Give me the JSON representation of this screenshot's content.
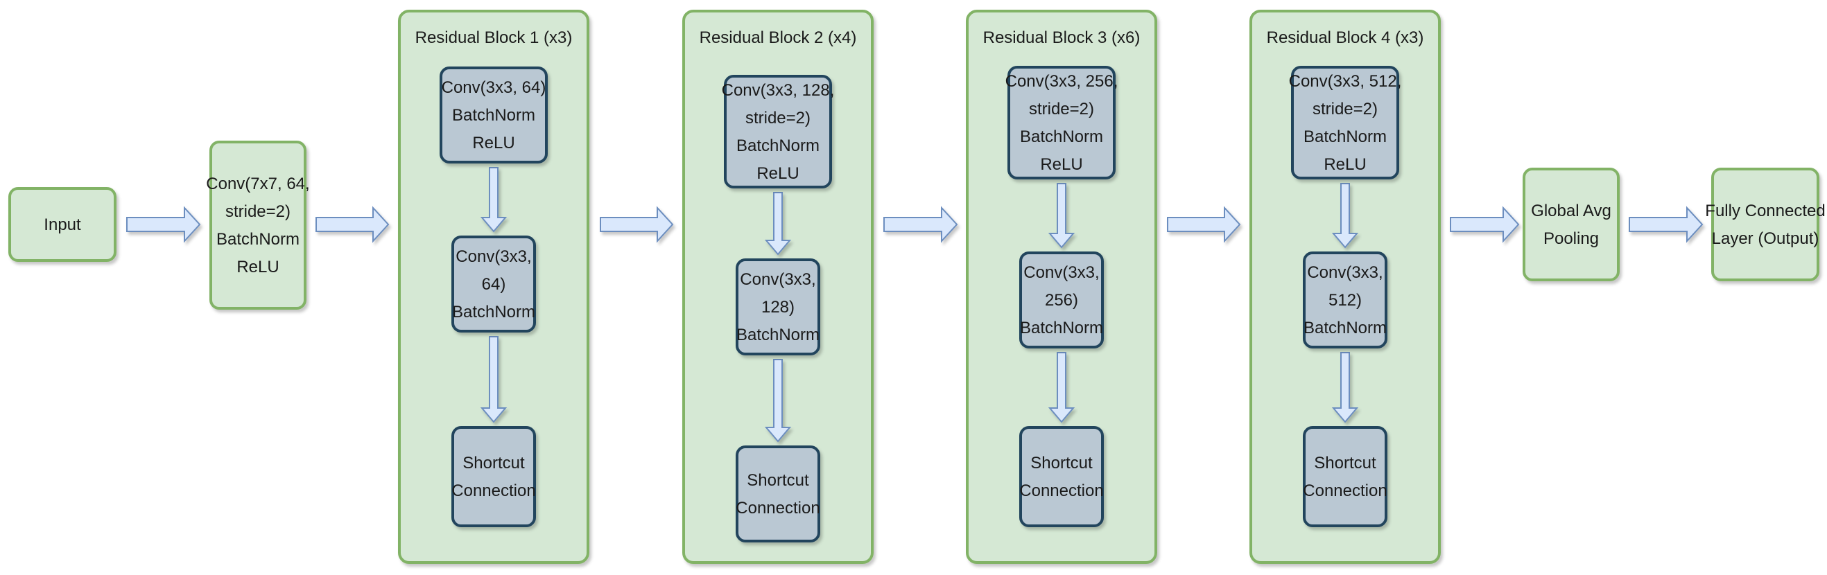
{
  "colors": {
    "green_fill": "#d5e8d4",
    "green_stroke": "#82b366",
    "inner_fill": "#bac8d3",
    "inner_stroke": "#23445d",
    "arrow_fill": "#dae8fc",
    "arrow_stroke": "#6c8ebf"
  },
  "nodes": {
    "input": [
      "Input"
    ],
    "stem": [
      "Conv(7x7, 64,",
      "stride=2)",
      "BatchNorm",
      "ReLU"
    ],
    "gap": [
      "Global Avg",
      "Pooling"
    ],
    "fc": [
      "Fully Connected",
      "Layer (Output)"
    ]
  },
  "blocks": [
    {
      "title": "Residual Block 1 (x3)",
      "layers": [
        [
          "Conv(3x3, 64)",
          "BatchNorm",
          "ReLU"
        ],
        [
          "Conv(3x3,",
          "64)",
          "BatchNorm"
        ],
        [
          "Shortcut",
          "Connection"
        ]
      ]
    },
    {
      "title": "Residual Block 2 (x4)",
      "layers": [
        [
          "Conv(3x3, 128,",
          "stride=2)",
          "BatchNorm",
          "ReLU"
        ],
        [
          "Conv(3x3,",
          "128)",
          "BatchNorm"
        ],
        [
          "Shortcut",
          "Connection"
        ]
      ]
    },
    {
      "title": "Residual Block 3 (x6)",
      "layers": [
        [
          "Conv(3x3, 256,",
          "stride=2)",
          "BatchNorm",
          "ReLU"
        ],
        [
          "Conv(3x3,",
          "256)",
          "BatchNorm"
        ],
        [
          "Shortcut",
          "Connection"
        ]
      ]
    },
    {
      "title": "Residual Block 4 (x3)",
      "layers": [
        [
          "Conv(3x3, 512,",
          "stride=2)",
          "BatchNorm",
          "ReLU"
        ],
        [
          "Conv(3x3,",
          "512)",
          "BatchNorm"
        ],
        [
          "Shortcut",
          "Connection"
        ]
      ]
    }
  ]
}
